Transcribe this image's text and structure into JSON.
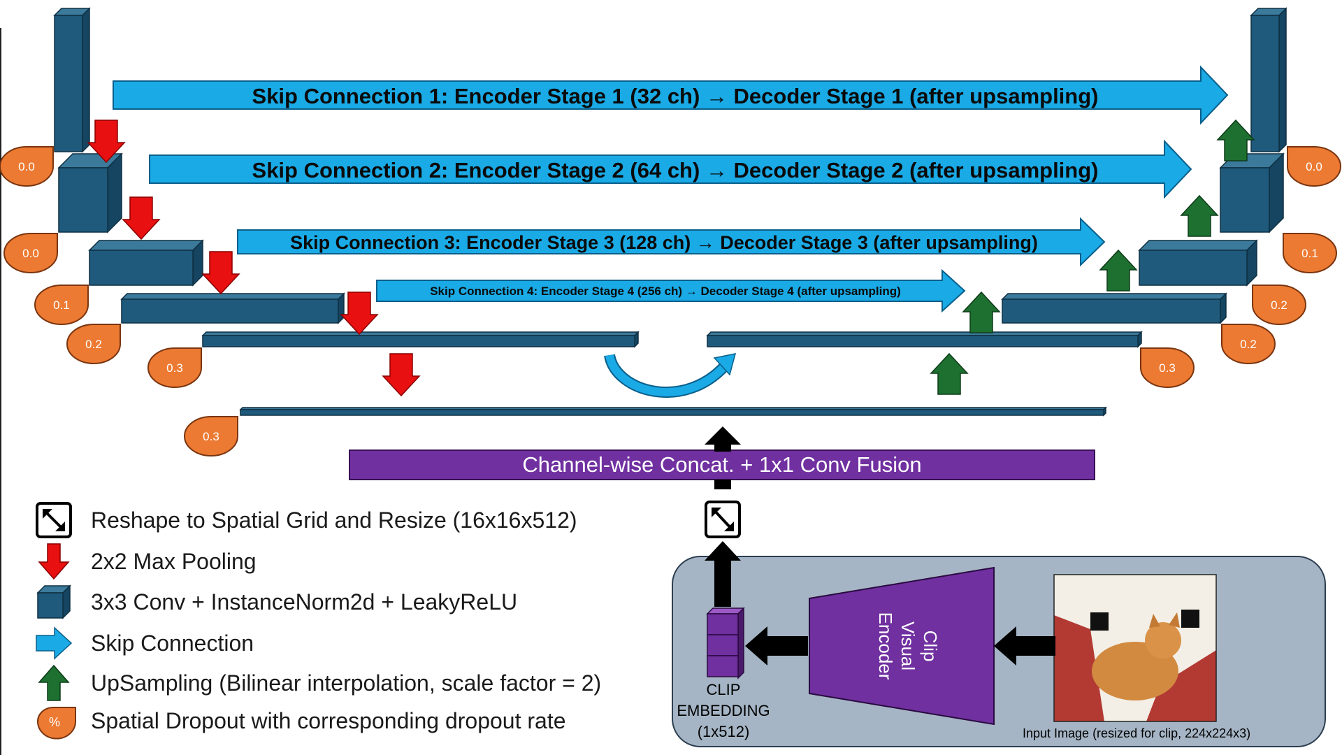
{
  "skip_connections": [
    "Skip Connection 1: Encoder Stage 1 (32 ch) → Decoder Stage 1 (after upsampling)",
    "Skip Connection 2: Encoder Stage 2 (64 ch) → Decoder Stage 2 (after upsampling)",
    "Skip Connection 3: Encoder Stage 3 (128 ch) → Decoder Stage 3 (after upsampling)",
    "Skip Connection 4: Encoder Stage 4 (256 ch) → Decoder Stage 4 (after upsampling)"
  ],
  "encoder_dropouts": [
    "0.0",
    "0.0",
    "0.1",
    "0.2",
    "0.3"
  ],
  "bottleneck_dropout": "0.3",
  "decoder_dropouts": [
    "0.0",
    "0.1",
    "0.2",
    "0.2",
    "0.3"
  ],
  "fusion_label": "Channel-wise Concat. + 1x1 Conv Fusion",
  "encoder_label": "Clip Visual Encoder",
  "encoder_lines": [
    "Clip",
    "Visual",
    "Encoder"
  ],
  "clip_embedding": [
    "CLIP",
    "EMBEDDING",
    "(1x512)"
  ],
  "input_caption": "Input Image (resized for clip, 224x224x3)",
  "legend": [
    {
      "icon": "reshape-icon",
      "label": "Reshape to Spatial Grid and Resize (16x16x512)"
    },
    {
      "icon": "maxpool-arrow-icon",
      "label": "2x2 Max Pooling"
    },
    {
      "icon": "conv-block-icon",
      "label": "3x3 Conv + InstanceNorm2d + LeakyReLU"
    },
    {
      "icon": "skip-arrow-icon",
      "label": "Skip Connection"
    },
    {
      "icon": "upsample-arrow-icon",
      "label": "UpSampling (Bilinear interpolation, scale factor = 2)"
    },
    {
      "icon": "dropout-icon",
      "label": "Spatial Dropout with corresponding dropout rate"
    }
  ],
  "dropout_legend_symbol": "%",
  "colors": {
    "block_front": "#1f5a7c",
    "block_top": "#3c7a9c",
    "block_side": "#154561",
    "skip_arrow": "#1aaae6",
    "pool_arrow": "#e81010",
    "up_arrow": "#1e7030",
    "dropout": "#ec7a32",
    "fusion": "#7030a0",
    "panel": "#a5b5c5"
  }
}
